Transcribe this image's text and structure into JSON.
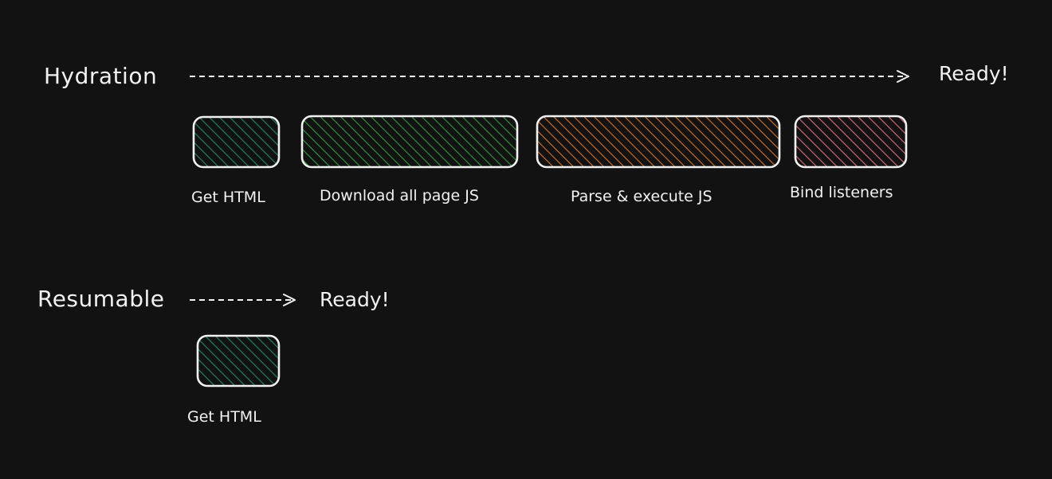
{
  "rows": {
    "hydration": {
      "label": "Hydration",
      "ready": "Ready!",
      "steps": [
        {
          "label": "Get HTML",
          "color": "#1f8a6a"
        },
        {
          "label": "Download all page JS",
          "color": "#2f9a3a"
        },
        {
          "label": "Parse & execute JS",
          "color": "#d9731f"
        },
        {
          "label": "Bind listeners",
          "color": "#e06a78"
        }
      ]
    },
    "resumable": {
      "label": "Resumable",
      "ready": "Ready!",
      "steps": [
        {
          "label": "Get HTML",
          "color": "#1f8a6a"
        }
      ]
    }
  },
  "colors": {
    "background": "#121212",
    "stroke": "#f2f2f2"
  }
}
